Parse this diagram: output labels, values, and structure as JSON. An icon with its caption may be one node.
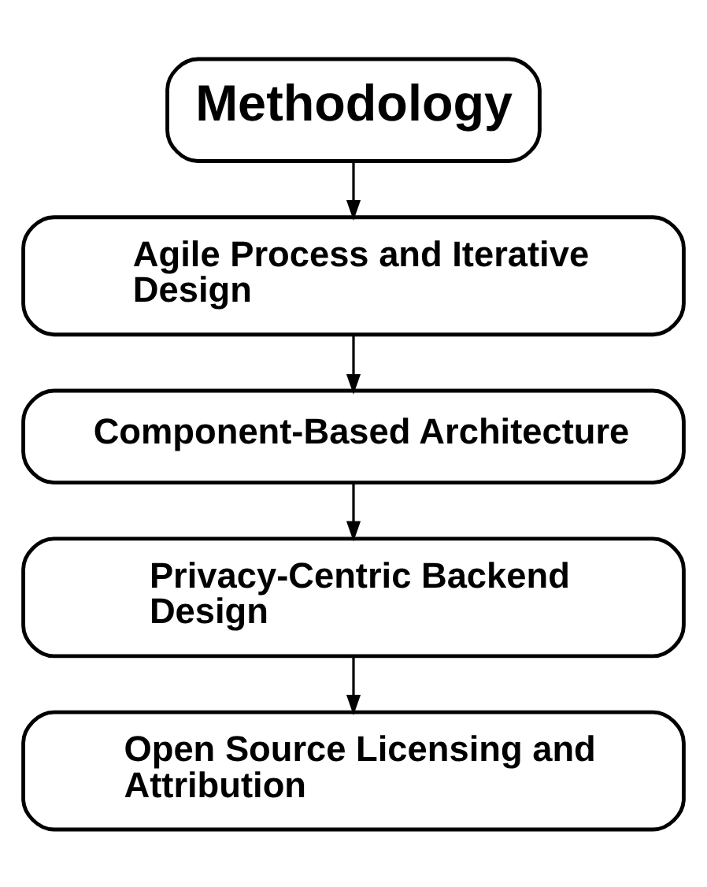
{
  "diagram": {
    "nodes": [
      {
        "text": [
          "Methodology"
        ]
      },
      {
        "text": [
          "Agile Process and Iterative Design"
        ]
      },
      {
        "text": [
          "Component-Based Architecture"
        ]
      },
      {
        "text": [
          "Privacy-Centric Backend Design"
        ]
      },
      {
        "text": [
          "Open Source Licensing and Attribution"
        ]
      }
    ],
    "edges": [
      {
        "from": 0,
        "to": 1,
        "arrow": "to"
      },
      {
        "from": 1,
        "to": 2,
        "arrow": "to"
      },
      {
        "from": 2,
        "to": 3,
        "arrow": "to"
      },
      {
        "from": 3,
        "to": 4,
        "arrow": "to"
      }
    ]
  }
}
